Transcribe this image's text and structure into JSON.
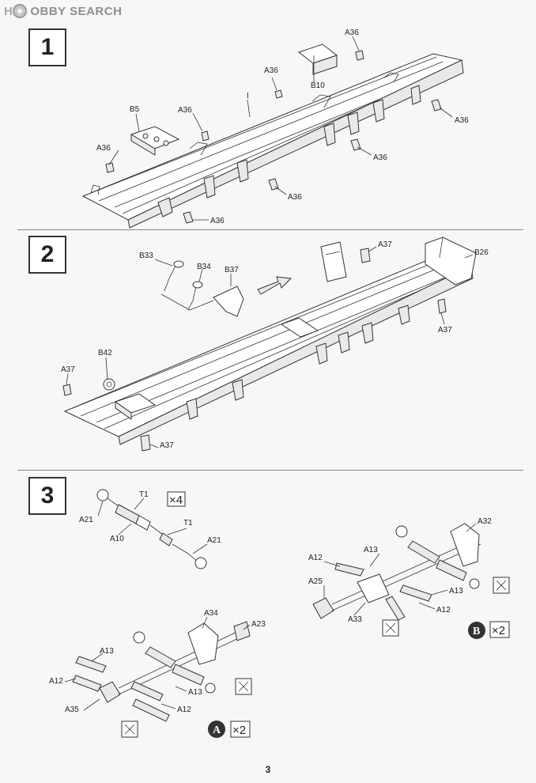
{
  "watermark": {
    "prefix": "H",
    "text": "OBBY SEARCH"
  },
  "page_number": "3",
  "steps": [
    {
      "number": "1",
      "labels": {
        "a36": "A36",
        "b5": "B5",
        "b10": "B10",
        "frame": "I"
      }
    },
    {
      "number": "2",
      "labels": {
        "b33": "B33",
        "b34": "B34",
        "b37": "B37",
        "b42": "B42",
        "b26": "B26",
        "a37": "A37"
      }
    },
    {
      "number": "3",
      "labels": {
        "t1": "T1",
        "a21": "A21",
        "a10": "A10",
        "qty4": "×4",
        "a34": "A34",
        "a23": "A23",
        "a13": "A13",
        "a12": "A12",
        "a35": "A35",
        "a32": "A32",
        "a25": "A25",
        "a33": "A33",
        "sub_a": "A",
        "sub_b": "B",
        "qty2": "×2"
      }
    }
  ]
}
